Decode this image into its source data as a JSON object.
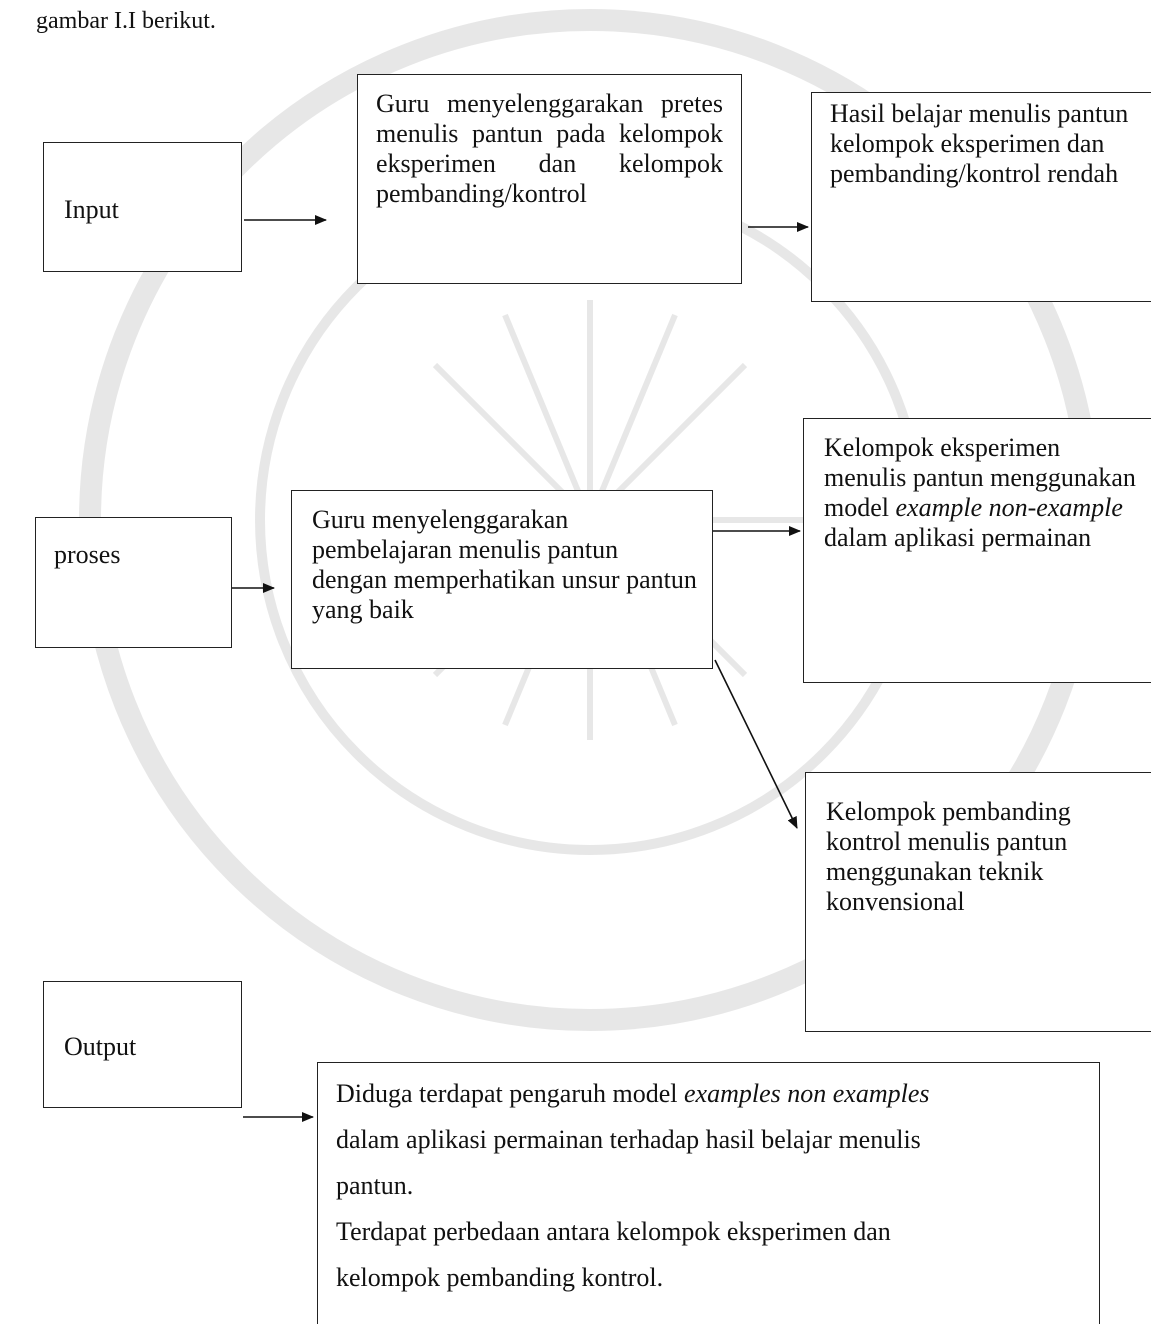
{
  "caption": "gambar I.I berikut.",
  "stage_labels": {
    "input": "Input",
    "proses": "proses",
    "output": "Output"
  },
  "boxes": {
    "pretest": "Guru menyelenggarakan pretes menulis pantun pada kelompok eksperimen dan kelompok pembanding/kontrol",
    "pretest_result": "Hasil belajar menulis pantun kelompok eksperimen dan pembanding/kontrol rendah",
    "learning": "Guru menyelenggarakan pembelajaran menulis pantun dengan memperhatikan unsur pantun yang baik",
    "experiment": {
      "part1": "Kelompok eksperimen menulis pantun menggunakan model ",
      "italic1": "example non-example",
      "part2": " dalam aplikasi permainan"
    },
    "control": "Kelompok pembanding kontrol menulis pantun menggunakan teknik konvensional"
  },
  "output_box": {
    "line1_prefix": "Diduga terdapat pengaruh model ",
    "line1_italic": "examples non examples",
    "line2": "dalam aplikasi permainan terhadap hasil belajar menulis",
    "line3": "pantun.",
    "line4": "Terdapat perbedaan antara kelompok eksperimen dan",
    "line5": "kelompok pembanding kontrol."
  }
}
